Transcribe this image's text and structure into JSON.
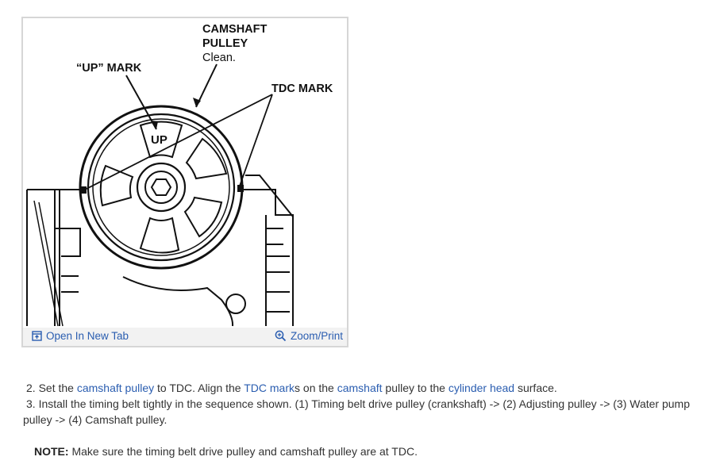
{
  "figure": {
    "labels": {
      "camshaft_line1": "CAMSHAFT",
      "camshaft_line2": "PULLEY",
      "camshaft_note": "Clean.",
      "up_mark": "“UP” MARK",
      "tdc_mark": "TDC MARK",
      "up_stamp": "UP"
    },
    "open_new_tab": "Open In New Tab",
    "zoom_print": "Zoom/Print",
    "icons": [
      "open-new-tab-icon",
      "zoom-icon"
    ]
  },
  "steps": [
    {
      "number": "2.",
      "parts": [
        {
          "text": " Set the ",
          "link": false
        },
        {
          "text": "camshaft pulley",
          "link": true
        },
        {
          "text": " to TDC. Align the ",
          "link": false
        },
        {
          "text": "TDC mark",
          "link": true
        },
        {
          "text": "s on the ",
          "link": false
        },
        {
          "text": "camshaft",
          "link": true
        },
        {
          "text": " pulley to the ",
          "link": false
        },
        {
          "text": "cylinder head",
          "link": true
        },
        {
          "text": " surface.",
          "link": false
        }
      ]
    },
    {
      "number": "3.",
      "text": " Install the timing belt tightly in the sequence shown. (1) Timing belt drive pulley (crankshaft) -> (2) Adjusting pulley -> (3) Water pump pulley -> (4) Camshaft pulley."
    }
  ],
  "note": {
    "label": "NOTE:",
    "text": " Make sure the timing belt drive pulley and camshaft pulley are at TDC."
  },
  "colors": {
    "link": "#2a5db0",
    "text": "#333333",
    "frame_border": "#d6d6d6",
    "caption_bar": "#f2f2f2"
  }
}
